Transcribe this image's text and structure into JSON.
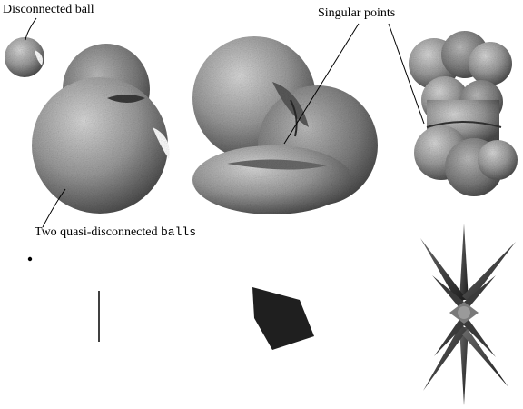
{
  "labels": {
    "disconnected_ball": "Disconnected ball",
    "singular_points": "Singular points",
    "two_balls_prefix": "Two quasi-disconnected ",
    "two_balls_code": "balls"
  },
  "colors": {
    "shape_fill": "#a8a8a8",
    "shape_dark": "#3a3a3a",
    "polygon_fill": "#1f1f1f",
    "line": "#000000",
    "background": "#ffffff"
  }
}
